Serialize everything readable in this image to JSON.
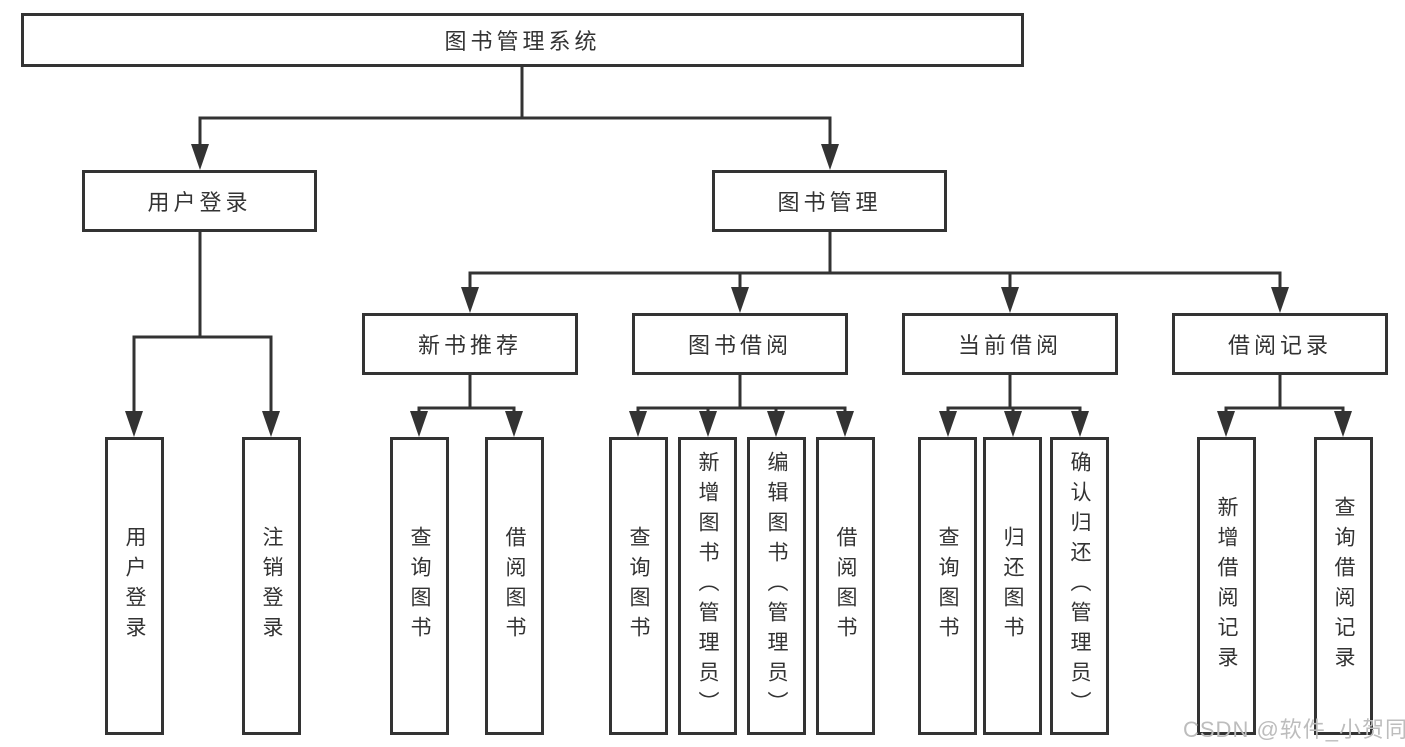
{
  "diagram": {
    "root": "图书管理系统",
    "user_login": {
      "label": "用户登录",
      "children": [
        "用户登录",
        "注销登录"
      ]
    },
    "book_mgmt": {
      "label": "图书管理",
      "sections": [
        {
          "label": "新书推荐",
          "children": [
            "查询图书",
            "借阅图书"
          ]
        },
        {
          "label": "图书借阅",
          "children": [
            "查询图书",
            "新增图书（管理员）",
            "编辑图书（管理员）",
            "借阅图书"
          ]
        },
        {
          "label": "当前借阅",
          "children": [
            "查询图书",
            "归还图书",
            "确认归还（管理员）"
          ]
        },
        {
          "label": "借阅记录",
          "children": [
            "新增借阅记录",
            "查询借阅记录"
          ]
        }
      ]
    }
  },
  "watermark": "CSDN @软件_小贺同学",
  "colors": {
    "line": "#333333",
    "text": "#333333",
    "watermark": "#bdbdbd",
    "background": "#ffffff"
  }
}
